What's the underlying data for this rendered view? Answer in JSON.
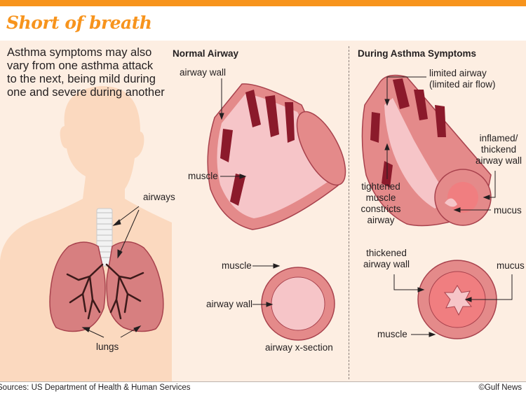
{
  "title": "Short of breath",
  "intro": "Asthma symptoms may also vary from one asthma attack to the next, being mild during one and severe during another",
  "body_labels": {
    "airways": "airways",
    "lungs": "lungs"
  },
  "normal": {
    "heading": "Normal Airway",
    "airway_wall": "airway wall",
    "muscle": "muscle",
    "xsection_muscle": "muscle",
    "xsection_airway_wall": "airway wall",
    "xsection_caption": "airway x-section"
  },
  "asthma": {
    "heading": "During Asthma Symptoms",
    "limited_airway": [
      "limited airway",
      "(limited air flow)"
    ],
    "inflamed_wall": [
      "inflamed/",
      "thickend",
      "airway wall"
    ],
    "tightened_muscle": [
      "tightened",
      "muscle",
      "constricts",
      "airway"
    ],
    "mucus": "mucus",
    "thickened_wall": [
      "thickened",
      "airway wall"
    ],
    "xsection_mucus": "mucus",
    "xsection_muscle": "muscle"
  },
  "footer": {
    "source": "Sources: US Department of Health & Human Services",
    "credit": "©Gulf News"
  },
  "colors": {
    "accent": "#f7941d",
    "panel": "#fdeee2",
    "tissue": "#e48a8a",
    "muscle": "#8b1a2b",
    "lumen": "#f6c5c8",
    "skin": "#fbd9bf"
  }
}
